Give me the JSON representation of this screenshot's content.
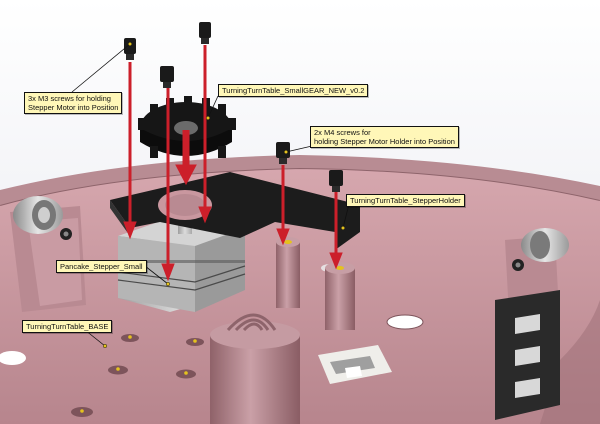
{
  "callouts": {
    "m3_screws": [
      "3x M3 screws for holding",
      "Stepper Motor into Position"
    ],
    "small_gear": "TurningTurnTable_SmallGEAR_NEW_v0.2",
    "m4_screws": [
      "2x M4 screws for",
      "holding Stepper Motor Holder into Position"
    ],
    "stepper_holder": "TurningTurnTable_StepperHolder",
    "stepper_motor": "Pancake_Stepper_Small",
    "base": "TurningTurnTable_BASE"
  },
  "colors": {
    "base_plate": "#c9979f",
    "base_shadow": "#9c6e76",
    "arrow": "#cc1f2a",
    "black_part": "#1c1c1c",
    "stepper_metal": "#c4c4c4",
    "callout_fill": "#fff7b8"
  }
}
